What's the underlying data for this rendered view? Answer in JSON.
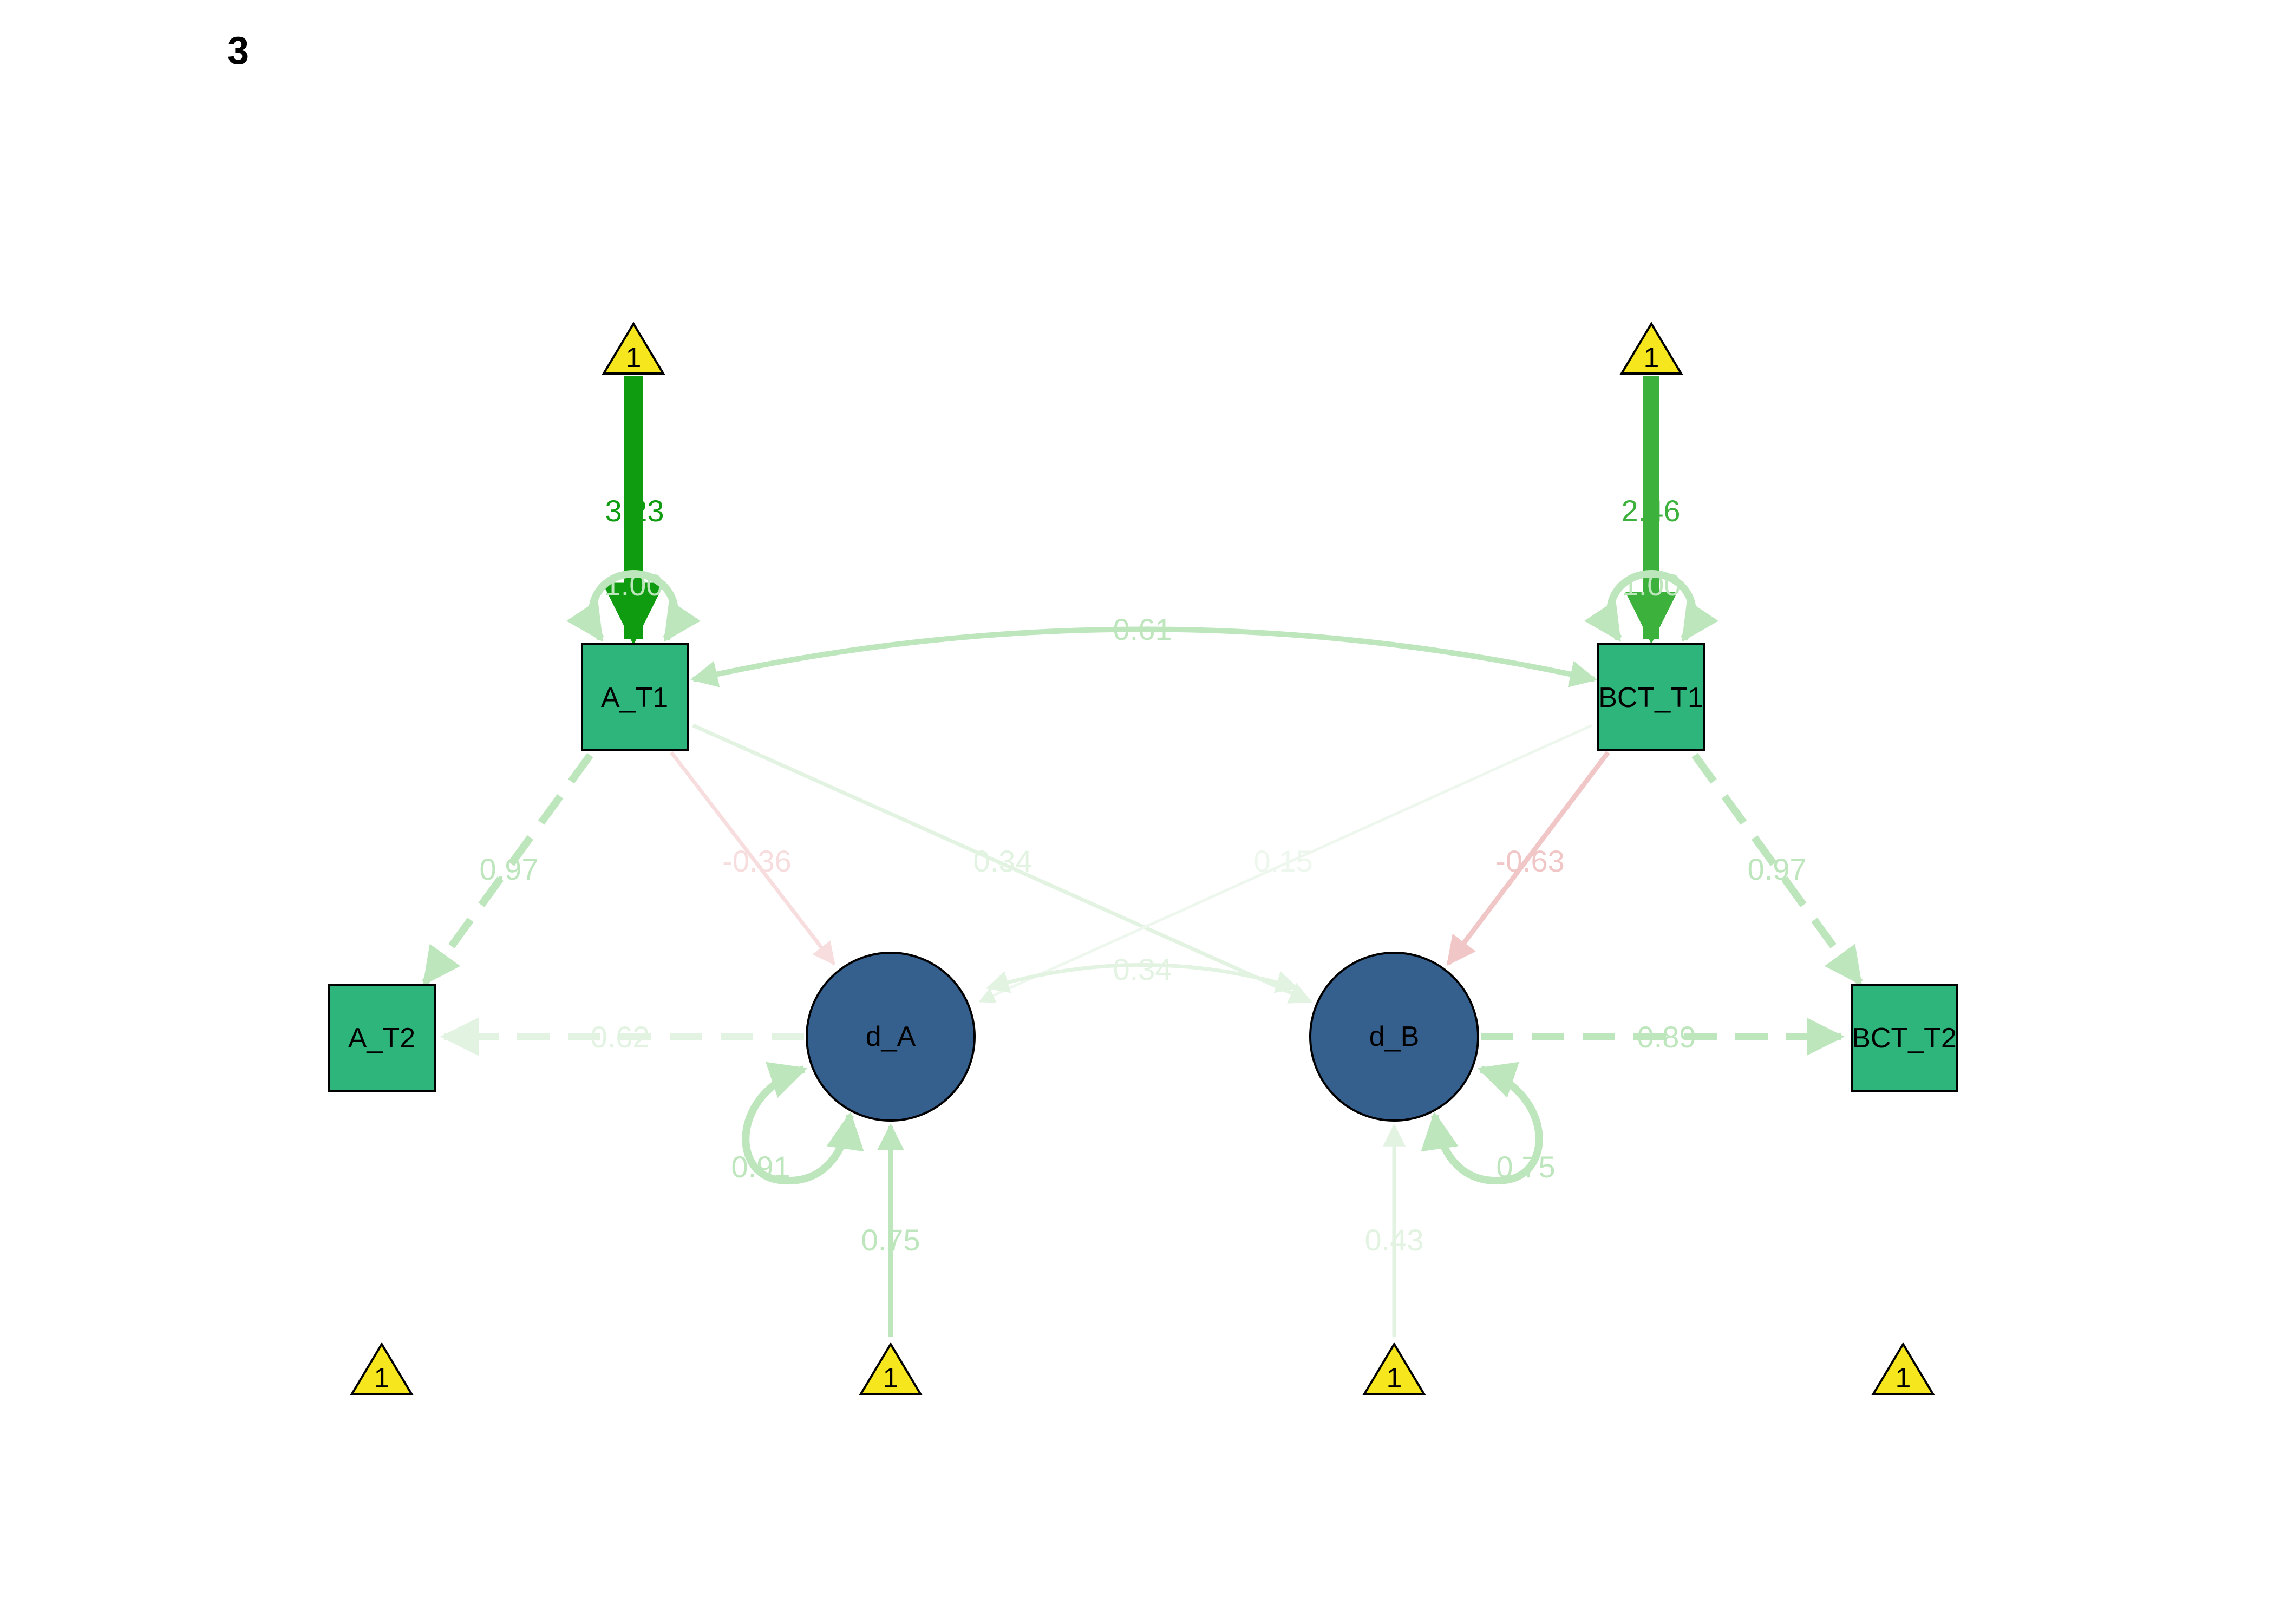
{
  "panel_label": "3",
  "colors": {
    "manifest": "#2db57b",
    "latent": "#355f8d",
    "constant": "#f6e61e",
    "positive_strong": "#109c10",
    "positive_mid": "#3cb23c",
    "positive_light": "#bde6bd",
    "positive_faint": "#e2f3e2",
    "negative": "#f0c6c6",
    "negative_faint": "#f7dddd"
  },
  "nodes": [
    {
      "id": "c1",
      "type": "constant",
      "label": "1"
    },
    {
      "id": "c2",
      "type": "constant",
      "label": "1"
    },
    {
      "id": "c3",
      "type": "constant",
      "label": "1"
    },
    {
      "id": "c4",
      "type": "constant",
      "label": "1"
    },
    {
      "id": "c5",
      "type": "constant",
      "label": "1"
    },
    {
      "id": "c6",
      "type": "constant",
      "label": "1"
    },
    {
      "id": "A_T1",
      "type": "manifest",
      "label": "A_T1"
    },
    {
      "id": "BCT_T1",
      "type": "manifest",
      "label": "BCT_T1"
    },
    {
      "id": "A_T2",
      "type": "manifest",
      "label": "A_T2"
    },
    {
      "id": "BCT_T2",
      "type": "manifest",
      "label": "BCT_T2"
    },
    {
      "id": "d_A",
      "type": "latent",
      "label": "d_A"
    },
    {
      "id": "d_B",
      "type": "latent",
      "label": "d_B"
    }
  ],
  "edges": [
    {
      "from": "c1",
      "to": "A_T1",
      "label": "3.23",
      "kind": "directed",
      "strength": "positive_strong"
    },
    {
      "from": "c2",
      "to": "BCT_T1",
      "label": "2.46",
      "kind": "directed",
      "strength": "positive_mid"
    },
    {
      "from": "A_T1",
      "to": "A_T1",
      "label": "1.00",
      "kind": "variance",
      "strength": "positive_light"
    },
    {
      "from": "BCT_T1",
      "to": "BCT_T1",
      "label": "1.00",
      "kind": "variance",
      "strength": "positive_light"
    },
    {
      "from": "A_T1",
      "to": "BCT_T1",
      "label": "0.61",
      "kind": "covariance",
      "strength": "positive_light"
    },
    {
      "from": "A_T1",
      "to": "A_T2",
      "label": "0.97",
      "kind": "fixed",
      "strength": "positive_light"
    },
    {
      "from": "BCT_T1",
      "to": "BCT_T2",
      "label": "0.97",
      "kind": "fixed",
      "strength": "positive_light"
    },
    {
      "from": "A_T1",
      "to": "d_A",
      "label": "-0.36",
      "kind": "directed",
      "strength": "negative_faint"
    },
    {
      "from": "A_T1",
      "to": "d_B",
      "label": "0.34",
      "kind": "directed",
      "strength": "positive_faint"
    },
    {
      "from": "BCT_T1",
      "to": "d_A",
      "label": "0.15",
      "kind": "directed",
      "strength": "positive_faint"
    },
    {
      "from": "BCT_T1",
      "to": "d_B",
      "label": "-0.63",
      "kind": "directed",
      "strength": "negative"
    },
    {
      "from": "d_A",
      "to": "d_B",
      "label": "0.34",
      "kind": "covariance",
      "strength": "positive_faint"
    },
    {
      "from": "d_A",
      "to": "A_T2",
      "label": "0.62",
      "kind": "fixed",
      "strength": "positive_faint"
    },
    {
      "from": "d_B",
      "to": "BCT_T2",
      "label": "0.89",
      "kind": "fixed",
      "strength": "positive_light"
    },
    {
      "from": "d_A",
      "to": "d_A",
      "label": "0.91",
      "kind": "variance",
      "strength": "positive_light"
    },
    {
      "from": "d_B",
      "to": "d_B",
      "label": "0.75",
      "kind": "variance",
      "strength": "positive_light"
    },
    {
      "from": "c4",
      "to": "d_A",
      "label": "0.75",
      "kind": "directed",
      "strength": "positive_light"
    },
    {
      "from": "c5",
      "to": "d_B",
      "label": "0.43",
      "kind": "directed",
      "strength": "positive_faint"
    }
  ]
}
